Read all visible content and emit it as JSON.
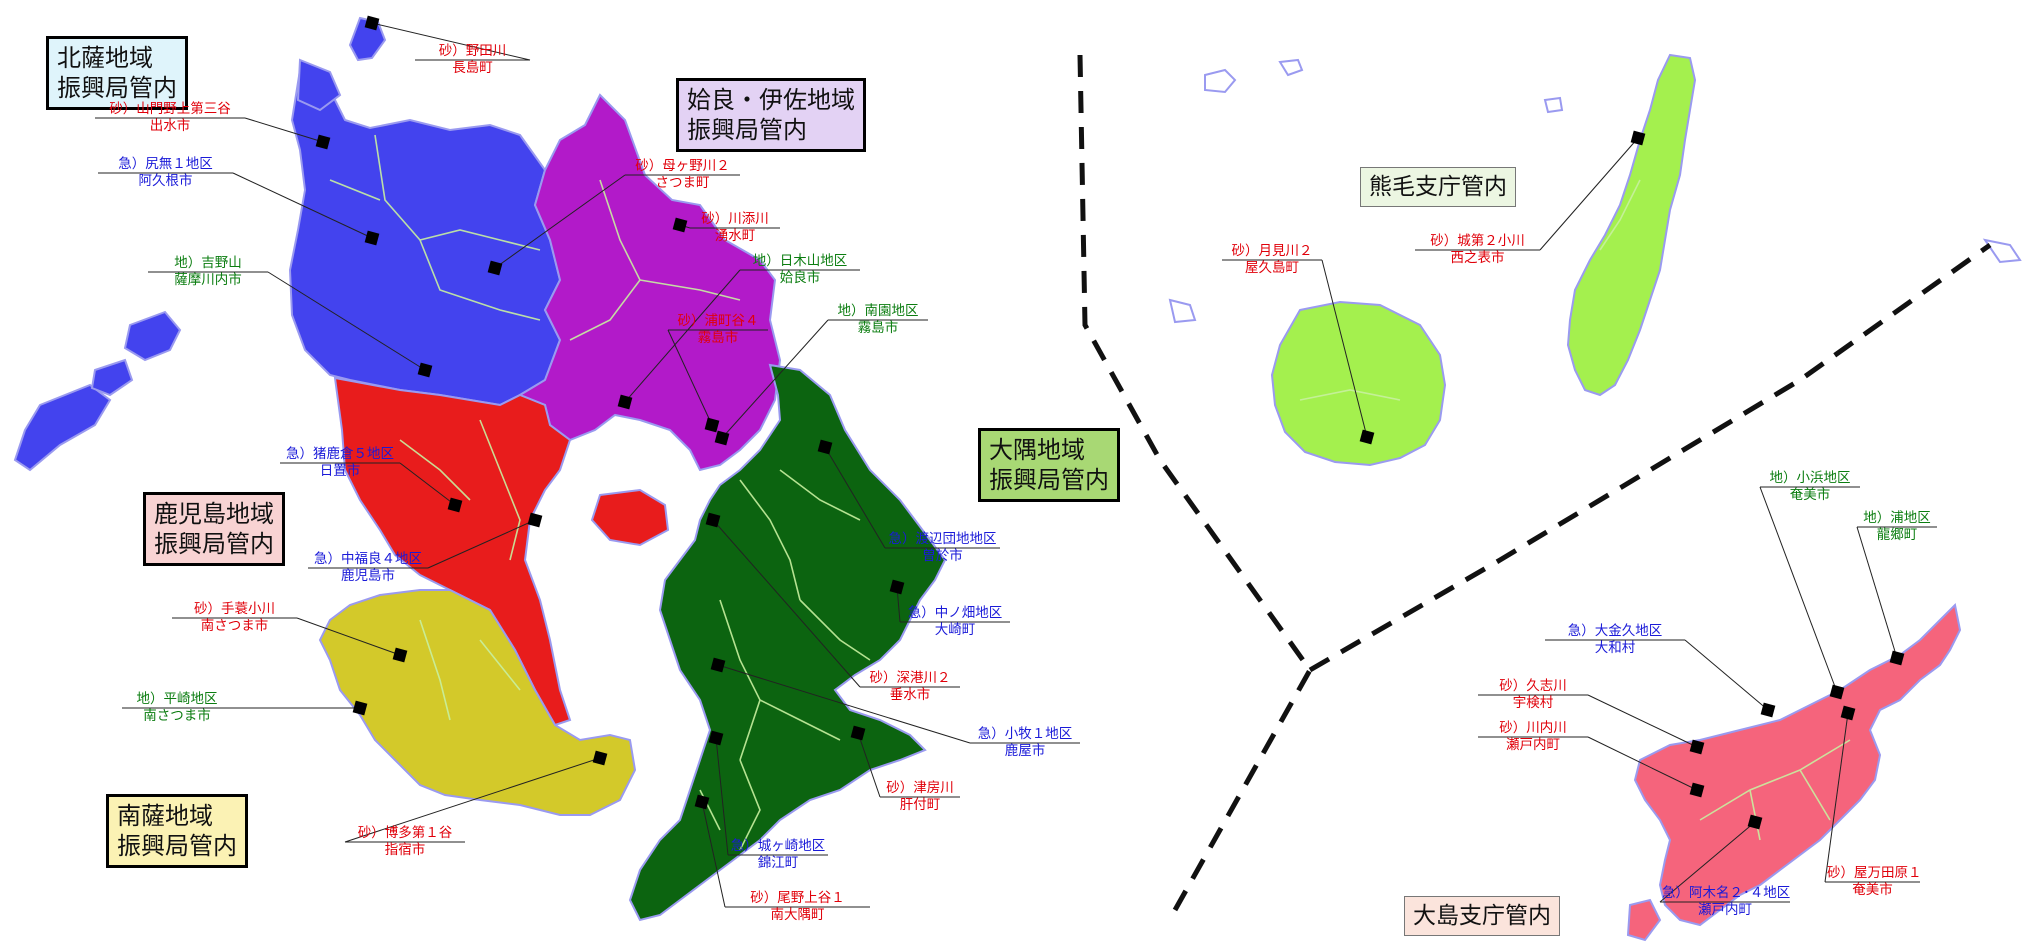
{
  "regions": {
    "hokusatsu": {
      "line1": "北薩地域",
      "line2": "振興局管内",
      "bg": "#dff4fb"
    },
    "aira_isa": {
      "line1": "姶良・伊佐地域",
      "line2": "振興局管内",
      "bg": "#e3d2f4"
    },
    "kagoshima": {
      "line1": "鹿児島地域",
      "line2": "振興局管内",
      "bg": "#f8d3d3"
    },
    "osumi": {
      "line1": "大隅地域",
      "line2": "振興局管内",
      "bg": "#a8d874"
    },
    "nansatsu": {
      "line1": "南薩地域",
      "line2": "振興局管内",
      "bg": "#fbf2b4"
    },
    "kumage": {
      "line1": "熊毛支庁管内",
      "bg": "#ecf6e2"
    },
    "oshima": {
      "line1": "大島支庁管内",
      "bg": "#fbe4dc"
    }
  },
  "colors": {
    "hokusatsu": "#4343ee",
    "aira_isa": "#b21ac9",
    "kagoshima": "#e81c1c",
    "osumi": "#0c6410",
    "nansatsu": "#d3c92a",
    "kumage": "#a4f04e",
    "oshima": "#f5647c",
    "sabo": "#e0000a",
    "kyukeisha": "#1a1ad8",
    "jisuberi": "#0b7d10"
  },
  "sites": [
    {
      "id": "nodagawa",
      "name": "砂）野田川",
      "city": "長島町",
      "type": "red"
    },
    {
      "id": "yamakado",
      "name": "砂）山門野上第三谷",
      "city": "出水市",
      "type": "red"
    },
    {
      "id": "shiri",
      "name": "急）尻無１地区",
      "city": "阿久根市",
      "type": "blue"
    },
    {
      "id": "yoshinoyama",
      "name": "地）吉野山",
      "city": "薩摩川内市",
      "type": "green"
    },
    {
      "id": "hahagano",
      "name": "砂）母ヶ野川２",
      "city": "さつま町",
      "type": "red"
    },
    {
      "id": "kawazoe",
      "name": "砂）川添川",
      "city": "湧水町",
      "type": "red"
    },
    {
      "id": "hikiyama",
      "name": "地）日木山地区",
      "city": "姶良市",
      "type": "green"
    },
    {
      "id": "uramachi",
      "name": "砂）浦町谷４",
      "city": "霧島市",
      "type": "red"
    },
    {
      "id": "minamizono",
      "name": "地）南園地区",
      "city": "霧島市",
      "type": "green"
    },
    {
      "id": "shishikura",
      "name": "急）猪鹿倉５地区",
      "city": "日置市",
      "type": "blue"
    },
    {
      "id": "nakafukura",
      "name": "急）中福良４地区",
      "city": "鹿児島市",
      "type": "blue"
    },
    {
      "id": "temino",
      "name": "砂）手蓑小川",
      "city": "南さつま市",
      "type": "red"
    },
    {
      "id": "hirasaki",
      "name": "地）平崎地区",
      "city": "南さつま市",
      "type": "green"
    },
    {
      "id": "hakata",
      "name": "砂）博多第１谷",
      "city": "指宿市",
      "type": "red"
    },
    {
      "id": "watanabe",
      "name": "急）渡辺団地地区",
      "city": "曽於市",
      "type": "blue"
    },
    {
      "id": "nakanohata",
      "name": "急）中ノ畑地区",
      "city": "大崎町",
      "type": "blue"
    },
    {
      "id": "fukaminato",
      "name": "砂）深港川２",
      "city": "垂水市",
      "type": "red"
    },
    {
      "id": "komaki",
      "name": "急）小牧１地区",
      "city": "鹿屋市",
      "type": "blue"
    },
    {
      "id": "tsubusa",
      "name": "砂）津房川",
      "city": "肝付町",
      "type": "red"
    },
    {
      "id": "jogasaki",
      "name": "急）城ヶ崎地区",
      "city": "錦江町",
      "type": "blue"
    },
    {
      "id": "onoue",
      "name": "砂）尾野上谷１",
      "city": "南大隅町",
      "type": "red"
    },
    {
      "id": "tsukimi",
      "name": "砂）月見川２",
      "city": "屋久島町",
      "type": "red"
    },
    {
      "id": "jodai",
      "name": "砂）城第２小川",
      "city": "西之表市",
      "type": "red"
    },
    {
      "id": "kohama",
      "name": "地）小浜地区",
      "city": "奄美市",
      "type": "green"
    },
    {
      "id": "ura",
      "name": "地）浦地区",
      "city": "龍郷町",
      "type": "green"
    },
    {
      "id": "ogamiku",
      "name": "急）大金久地区",
      "city": "大和村",
      "type": "blue"
    },
    {
      "id": "kushi",
      "name": "砂）久志川",
      "city": "宇検村",
      "type": "red"
    },
    {
      "id": "kawauchi",
      "name": "砂）川内川",
      "city": "瀬戸内町",
      "type": "red"
    },
    {
      "id": "yamada",
      "name": "砂）屋万田原１",
      "city": "奄美市",
      "type": "red"
    },
    {
      "id": "akina",
      "name": "急）阿木名２･４地区",
      "city": "瀬戸内町",
      "type": "blue"
    }
  ]
}
